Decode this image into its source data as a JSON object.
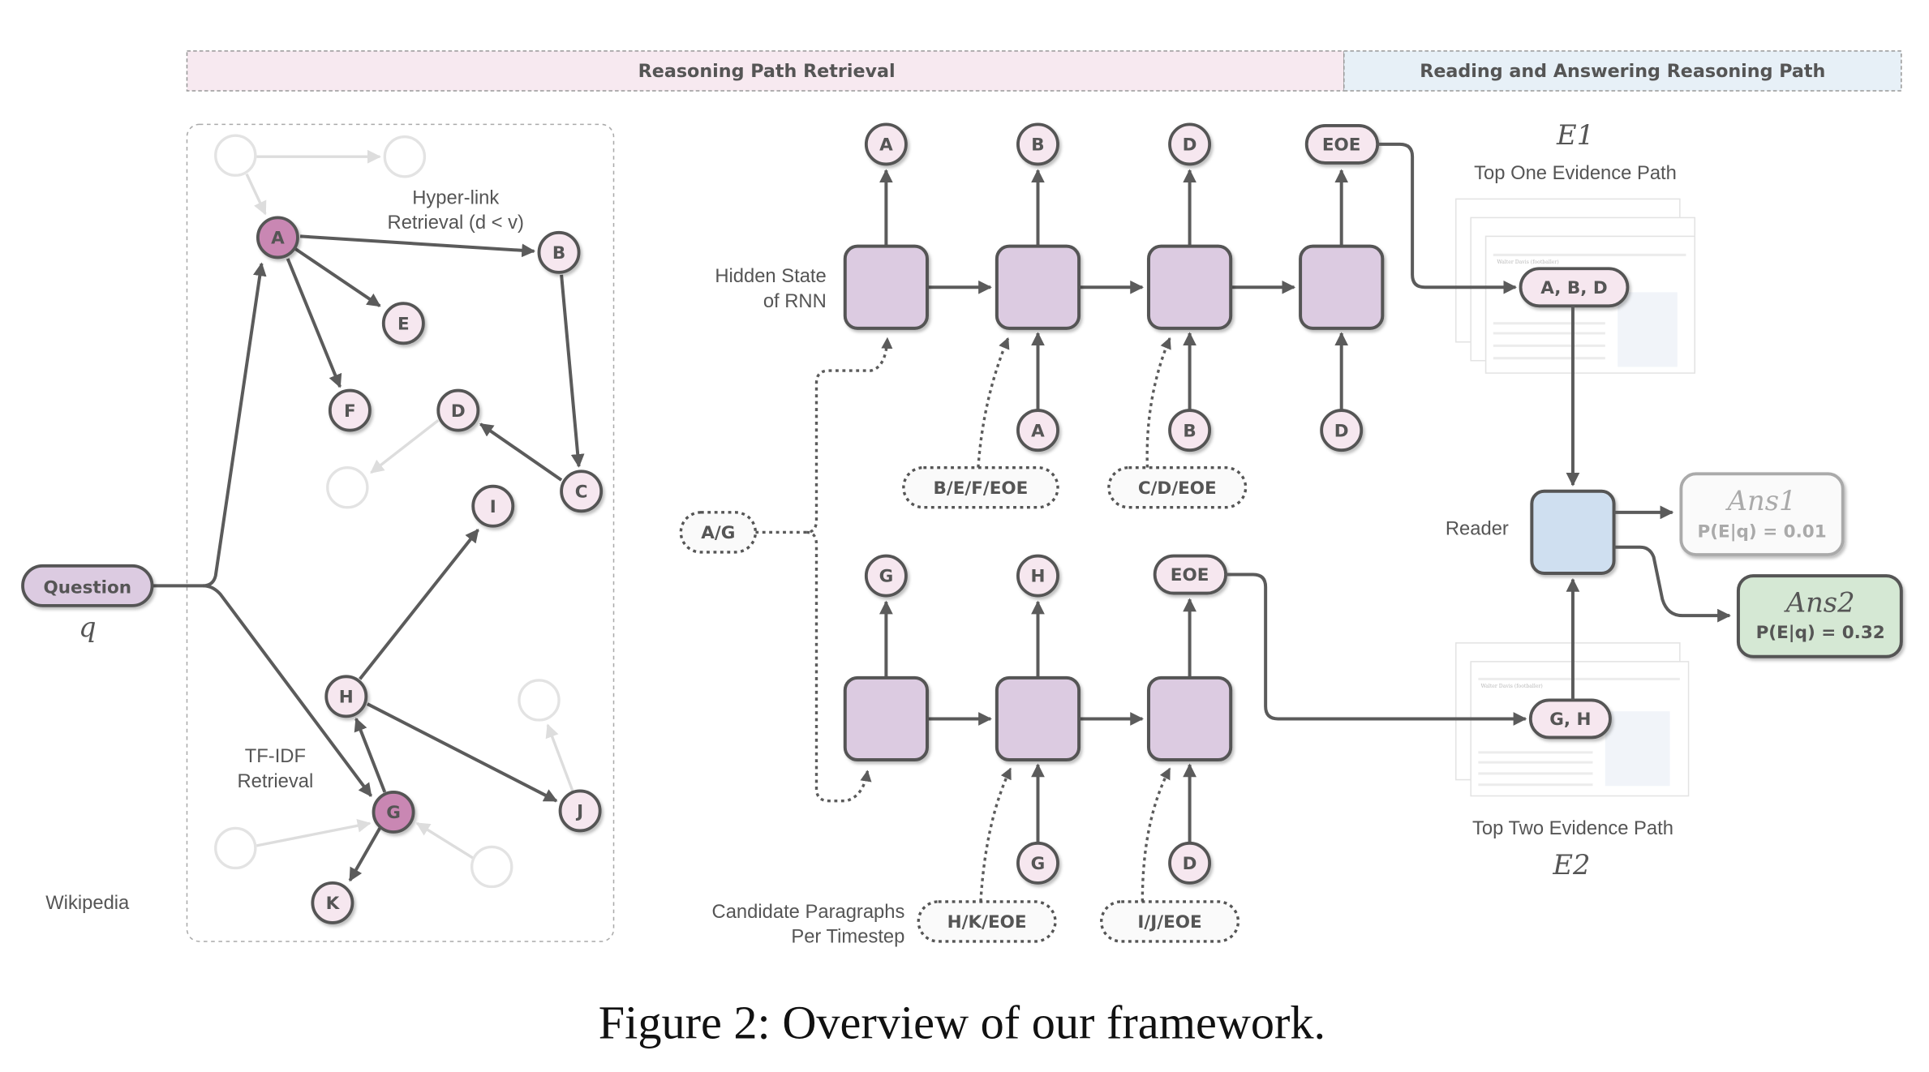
{
  "header": {
    "retrieval_label": "Reasoning Path Retrieval",
    "reading_label": "Reading and Answering Reasoning Path",
    "retrieval_color": "#f7e9f0",
    "reading_color": "#e7f0f7"
  },
  "left": {
    "question_label": "Question",
    "q_symbol": "q",
    "hyperlink_line1": "Hyper-link",
    "hyperlink_line2": "Retrieval (d < v)",
    "tfidf_line1": "TF-IDF",
    "tfidf_line2": "Retrieval",
    "wikipedia_label": "Wikipedia",
    "nodes": [
      "A",
      "B",
      "C",
      "D",
      "E",
      "F",
      "G",
      "H",
      "I",
      "J",
      "K"
    ],
    "selected_nodes": [
      "A",
      "G"
    ]
  },
  "rnn": {
    "hidden_state_line1": "Hidden State",
    "hidden_state_line2": "of RNN",
    "candidates_line1": "Candidate Paragraphs",
    "candidates_line2": "Per Timestep",
    "initial_candidates": "A/G",
    "path1": {
      "outputs": [
        "A",
        "B",
        "D",
        "EOE"
      ],
      "inputs": [
        "A",
        "B",
        "D"
      ],
      "candidates": [
        "B/E/F/EOE",
        "C/D/EOE"
      ]
    },
    "path2": {
      "outputs": [
        "G",
        "H",
        "EOE"
      ],
      "inputs": [
        "G",
        "D"
      ],
      "candidates": [
        "H/K/EOE",
        "I/J/EOE"
      ]
    }
  },
  "reader": {
    "e1_symbol": "E1",
    "e1_label": "Top One Evidence Path",
    "e1_path": "A, B, D",
    "e2_symbol": "E2",
    "e2_label": "Top Two Evidence Path",
    "e2_path": "G, H",
    "reader_label": "Reader",
    "wiki_page_title": "Walter Davis (footballer)",
    "ans1_symbol": "Ans1",
    "ans1_prob": "P(E|q) = 0.01",
    "ans2_symbol": "Ans2",
    "ans2_prob": "P(E|q) = 0.32",
    "reader_color": "#cfdff0",
    "ans2_color": "#d5e8d4"
  },
  "caption": "Figure 2: Overview of our framework."
}
